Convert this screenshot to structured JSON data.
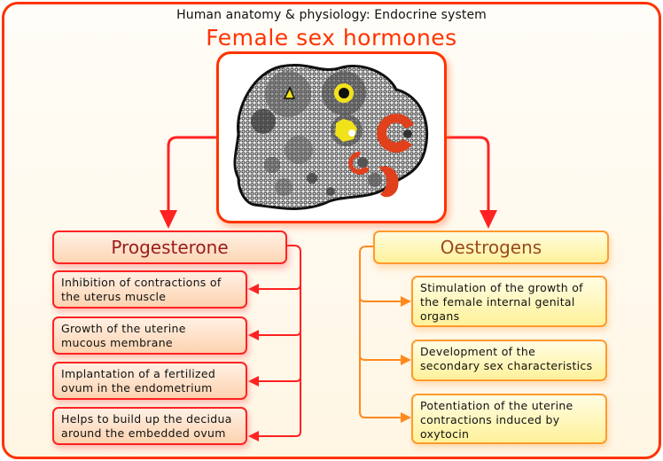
{
  "header": {
    "subtitle": "Human anatomy & physiology: Endocrine system",
    "title": "Female sex hormones"
  },
  "illustration": {
    "subject": "ovary-cross-section",
    "colors": {
      "follicle_yellow": "#f2e21a",
      "corpus_red": "#e0401c",
      "tissue": "#2a2a2a"
    }
  },
  "progesterone": {
    "label": "Progesterone",
    "effects": [
      {
        "line1": "Inhibition of contractions of",
        "line2": "the uterus muscle"
      },
      {
        "line1": "Growth of the uterine",
        "line2": "mucous membrane"
      },
      {
        "line1": "Implantation of a fertilized",
        "line2": "ovum in the endometrium"
      },
      {
        "line1": "Helps to build up the decidua",
        "line2": "around the embedded ovum"
      }
    ]
  },
  "oestrogens": {
    "label": "Oestrogens",
    "effects": [
      {
        "line1": "Stimulation of the growth of",
        "line2": "the female internal genital",
        "line3": "organs"
      },
      {
        "line1": "Development of the",
        "line2": "secondary sex characteristics"
      },
      {
        "line1": "Potentiation of the uterine",
        "line2": "contractions induced by",
        "line3": "oxytocin"
      }
    ]
  },
  "colors": {
    "frame": "#ff3300",
    "progesterone_line": "#ff2222",
    "oestrogens_line": "#ff8a1e",
    "title": "#ff3300"
  }
}
